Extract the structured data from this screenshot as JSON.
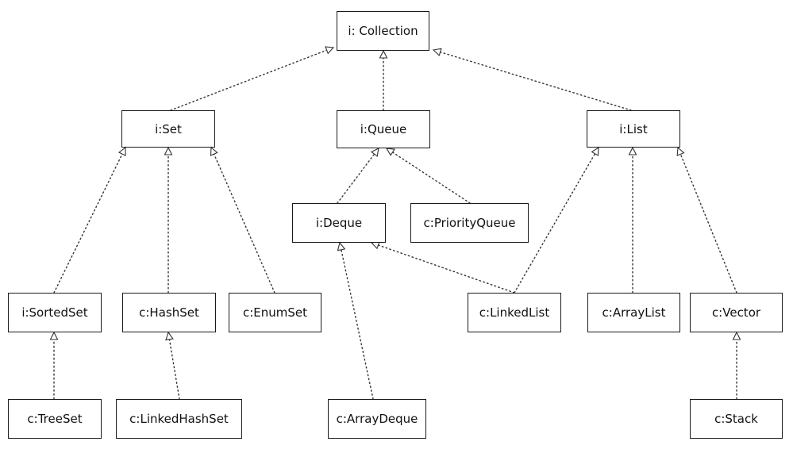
{
  "nodes": {
    "collection": "i: Collection",
    "set": "i:Set",
    "queue": "i:Queue",
    "list": "i:List",
    "deque": "i:Deque",
    "priorityqueue": "c:PriorityQueue",
    "sortedset": "i:SortedSet",
    "hashset": "c:HashSet",
    "enumset": "c:EnumSet",
    "linkedlist": "c:LinkedList",
    "arraylist": "c:ArrayList",
    "vector": "c:Vector",
    "treeset": "c:TreeSet",
    "linkedhashset": "c:LinkedHashSet",
    "arraydeque": "c:ArrayDeque",
    "stack": "c:Stack"
  },
  "edges": [
    {
      "from": "set",
      "to": "collection"
    },
    {
      "from": "queue",
      "to": "collection"
    },
    {
      "from": "list",
      "to": "collection"
    },
    {
      "from": "sortedset",
      "to": "set"
    },
    {
      "from": "hashset",
      "to": "set"
    },
    {
      "from": "enumset",
      "to": "set"
    },
    {
      "from": "deque",
      "to": "queue"
    },
    {
      "from": "priorityqueue",
      "to": "queue"
    },
    {
      "from": "linkedlist",
      "to": "list"
    },
    {
      "from": "arraylist",
      "to": "list"
    },
    {
      "from": "vector",
      "to": "list"
    },
    {
      "from": "linkedlist",
      "to": "deque"
    },
    {
      "from": "arraydeque",
      "to": "deque"
    },
    {
      "from": "treeset",
      "to": "sortedset"
    },
    {
      "from": "linkedhashset",
      "to": "hashset"
    },
    {
      "from": "stack",
      "to": "vector"
    }
  ]
}
